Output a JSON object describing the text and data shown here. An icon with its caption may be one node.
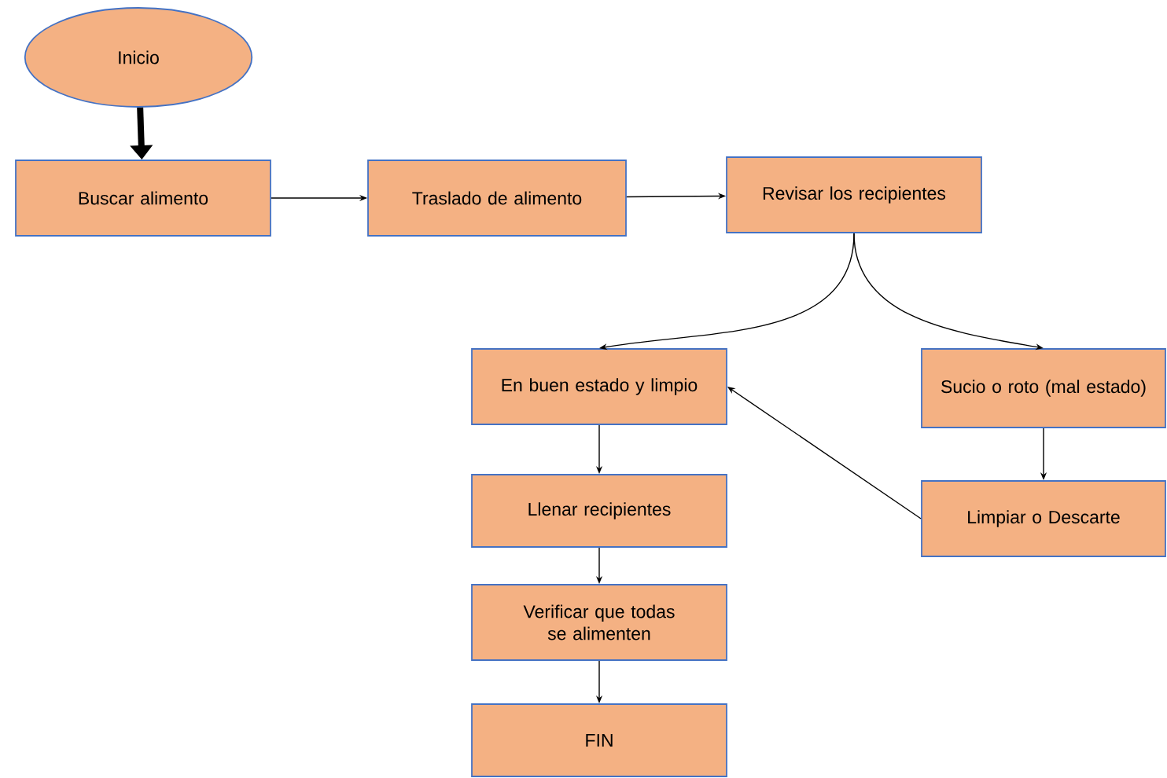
{
  "diagram": {
    "nodes": [
      {
        "text": [
          "Inicio"
        ]
      },
      {
        "text": [
          "Buscar alimento"
        ]
      },
      {
        "text": [
          "Traslado de alimento"
        ]
      },
      {
        "text": [
          "Revisar los recipientes"
        ]
      },
      {
        "text": [
          "En buen estado y limpio"
        ]
      },
      {
        "text": [
          "Sucio o roto (mal estado)"
        ]
      },
      {
        "text": [
          "Llenar recipientes"
        ]
      },
      {
        "text": [
          "Verificar que todas se alimenten"
        ]
      },
      {
        "text": [
          "FIN"
        ]
      },
      {
        "text": [
          "Limpiar o Descarte"
        ]
      }
    ],
    "edges": [
      {
        "from": 0,
        "to": 1,
        "arrow": "to",
        "style": "thick"
      },
      {
        "from": 1,
        "to": 2,
        "arrow": "to"
      },
      {
        "from": 2,
        "to": 3,
        "arrow": "to"
      },
      {
        "from": 3,
        "to": 4,
        "arrow": "to"
      },
      {
        "from": 3,
        "to": 5,
        "arrow": "to"
      },
      {
        "from": 4,
        "to": 6,
        "arrow": "to"
      },
      {
        "from": 6,
        "to": 7,
        "arrow": "to"
      },
      {
        "from": 7,
        "to": 8,
        "arrow": "to"
      },
      {
        "from": 5,
        "to": 9,
        "arrow": "to"
      },
      {
        "from": 9,
        "to": 4,
        "arrow": "to"
      }
    ]
  }
}
